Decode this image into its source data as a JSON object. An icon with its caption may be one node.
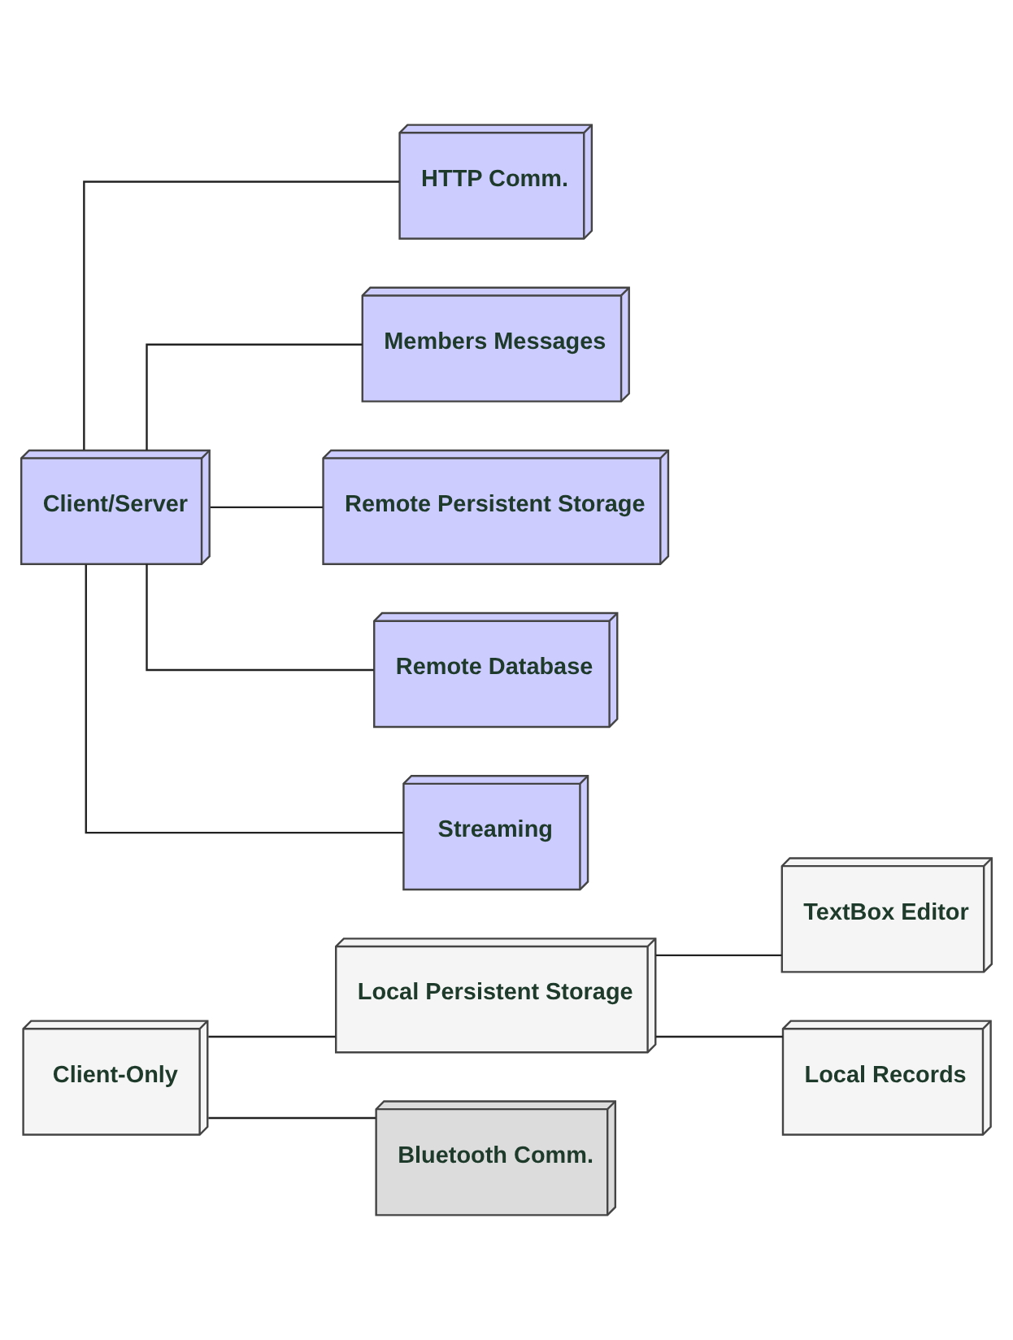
{
  "diagram": {
    "nodes": [
      {
        "text": [
          "Client-Only"
        ]
      },
      {
        "text": [
          "Local Persistent Storage"
        ]
      },
      {
        "text": [
          "Bluetooth Comm."
        ]
      },
      {
        "text": [
          "TextBox Editor"
        ]
      },
      {
        "text": [
          "Local Records"
        ]
      },
      {
        "text": [
          "Client/Server"
        ]
      },
      {
        "text": [
          "HTTP Comm."
        ]
      },
      {
        "text": [
          "Members Messages"
        ]
      },
      {
        "text": [
          "Remote Persistent Storage"
        ]
      },
      {
        "text": [
          "Remote Database"
        ]
      },
      {
        "text": [
          "Streaming"
        ]
      }
    ],
    "edges": [
      {
        "from": 0,
        "to": 1,
        "arrow": "none"
      },
      {
        "from": 0,
        "to": 2,
        "arrow": "none"
      },
      {
        "from": 1,
        "to": 3,
        "arrow": "none"
      },
      {
        "from": 1,
        "to": 4,
        "arrow": "none"
      },
      {
        "from": 5,
        "to": 6,
        "arrow": "none"
      },
      {
        "from": 5,
        "to": 7,
        "arrow": "none"
      },
      {
        "from": 5,
        "to": 8,
        "arrow": "none"
      },
      {
        "from": 5,
        "to": 9,
        "arrow": "none"
      },
      {
        "from": 5,
        "to": 10,
        "arrow": "none"
      }
    ]
  }
}
